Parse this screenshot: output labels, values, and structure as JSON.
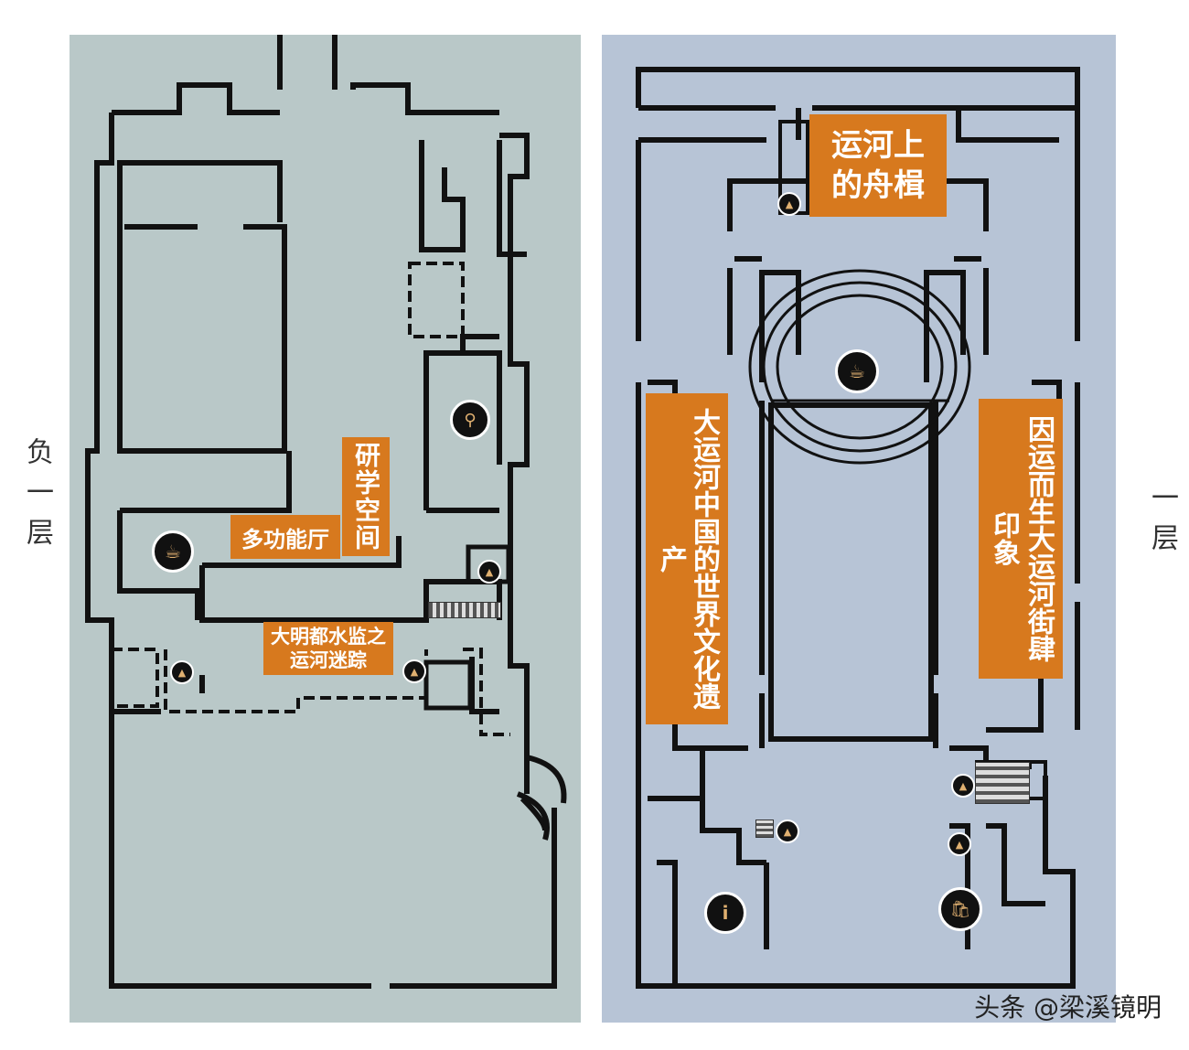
{
  "floors": {
    "basement": {
      "label": "负一层",
      "rooms": {
        "research": "研学空间",
        "multi": "多功能厅",
        "ming": "大明都水监之运河迷踪"
      },
      "icons": [
        "cafe-icon",
        "restroom-icon",
        "elevator-icon",
        "stairs-icon"
      ]
    },
    "ground": {
      "label": "一层",
      "rooms": {
        "boats": "运河上的舟楫",
        "heritage": "大运河中国的世界文化遗产",
        "street": "因运而生大运河街肆印象"
      },
      "icons": [
        "cafe-icon",
        "info-icon",
        "shop-icon",
        "elevator-icon",
        "stairs-icon"
      ]
    }
  },
  "watermark": "头条 @梁溪镜明",
  "colors": {
    "basement_bg": "#b9c8c8",
    "ground_bg": "#b7c4d6",
    "label_orange": "#d7791e",
    "wall": "#111111"
  }
}
